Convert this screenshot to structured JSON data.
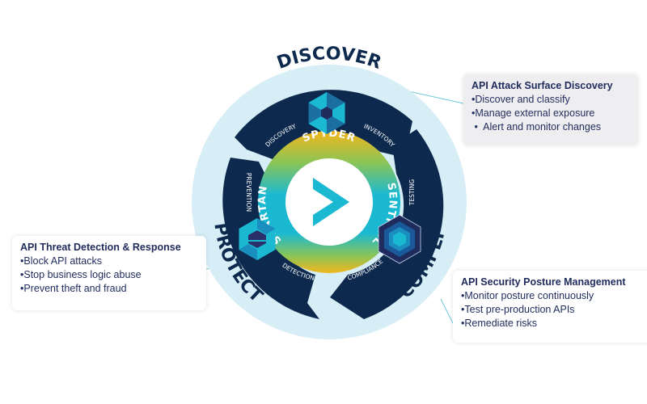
{
  "diagram": {
    "center_logo": "play-arrow-logo",
    "phases": [
      {
        "label": "DISCOVER",
        "product": "SPYDER",
        "icon": "hexagon-star-icon"
      },
      {
        "label": "COMPLY",
        "product": "SENTINEL",
        "icon": "hexagon-nested-icon"
      },
      {
        "label": "PROTECT",
        "product": "SPARTAN",
        "icon": "hexagon-cube-icon"
      }
    ],
    "ring_labels": {
      "discovery": "DISCOVERY",
      "inventory": "INVENTORY",
      "testing": "TESTING",
      "compliance": "COMPLIANCE",
      "detection": "DETECTION",
      "prevention": "PREVENTION"
    },
    "colors": {
      "navy": "#0d2a4e",
      "light_blue_bg": "#d8eef6",
      "teal": "#1bb9d1",
      "green": "#7fc35a",
      "yellow": "#f2b61c",
      "text_dark": "#1f2b5c"
    }
  },
  "callouts": {
    "discover": {
      "title": "API Attack Surface Discovery",
      "items": [
        "•Discover and classify",
        "•Manage external exposure",
        " •  Alert and monitor changes"
      ]
    },
    "protect": {
      "title": "API Threat Detection & Response",
      "items": [
        "•Block API attacks",
        "•Stop business logic abuse",
        "•Prevent theft and fraud"
      ]
    },
    "comply": {
      "title": "API Security Posture Management",
      "items": [
        "•Monitor posture continuously",
        "•Test pre-production APIs",
        "•Remediate risks"
      ]
    }
  }
}
